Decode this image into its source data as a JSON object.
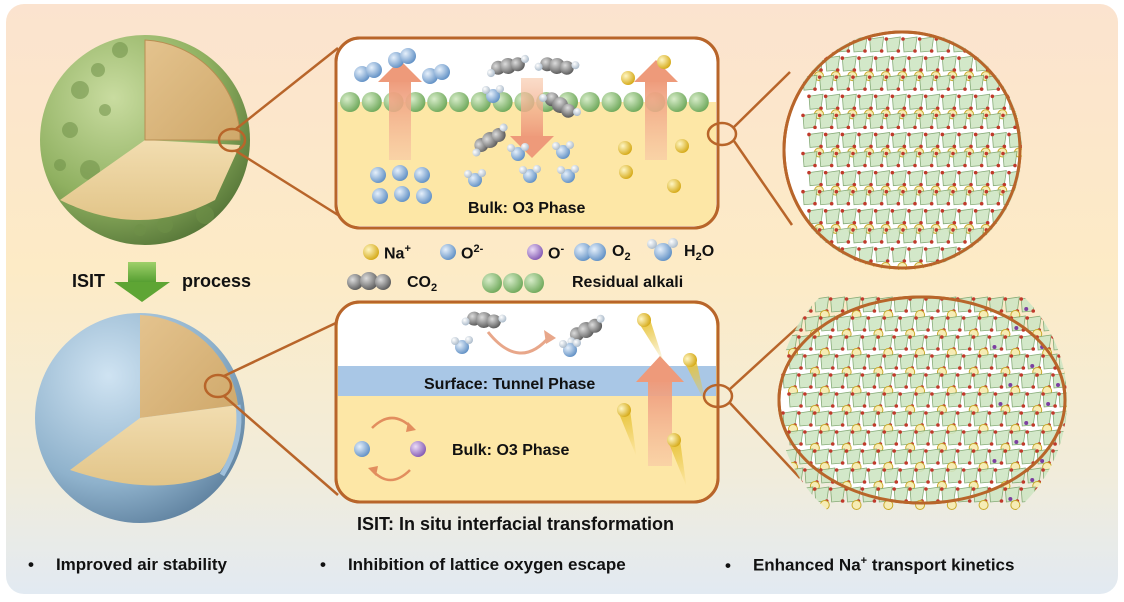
{
  "colors": {
    "bg_top": "#fbe3cf",
    "bg_bottom": "#e6ecf2",
    "frame": "#b8652a",
    "bulk_yellow": "#fde7a6",
    "surface_blue": "#a9c7e6",
    "alkali_green": "#8cc07a",
    "na": "#e8c43a",
    "o2minus": "#8fb4dc",
    "ominus": "#a884c8",
    "arrow_orange": "#f2a587",
    "process_arrow": "#6cae3c"
  },
  "labels": {
    "process_left": "ISIT",
    "process_right": "process",
    "top_bulk": "Bulk: O3 Phase",
    "bottom_surface": "Surface: Tunnel Phase",
    "bottom_bulk": "Bulk: O3 Phase",
    "isit_definition": "ISIT: In situ interfacial transformation"
  },
  "legend": {
    "na": {
      "text": "Na",
      "sup": "+"
    },
    "o2minus": {
      "text": "O",
      "sup": "2-"
    },
    "ominus": {
      "text": "O",
      "sup": "-"
    },
    "o2": {
      "text": "O",
      "sub": "2"
    },
    "h2o": {
      "text": "H",
      "sub": "2",
      "tail": "O"
    },
    "co2": {
      "text": "CO",
      "sub": "2"
    },
    "alkali": {
      "text": "Residual alkali"
    }
  },
  "bullets": [
    {
      "dot": "•",
      "text": "Improved air stability"
    },
    {
      "dot": "•",
      "text": "Inhibition of lattice oxygen escape"
    },
    {
      "dot": "•",
      "text": "Enhanced  Na",
      "sup": "+",
      "tail": " transport kinetics"
    }
  ],
  "icons": {
    "top_sphere": "cracked-sphere-icon",
    "bottom_sphere": "coated-sphere-icon",
    "process_arrow": "down-arrow-icon",
    "top_lattice": "layered-lattice-icon",
    "bottom_lattice": "tunnel-lattice-icon"
  }
}
